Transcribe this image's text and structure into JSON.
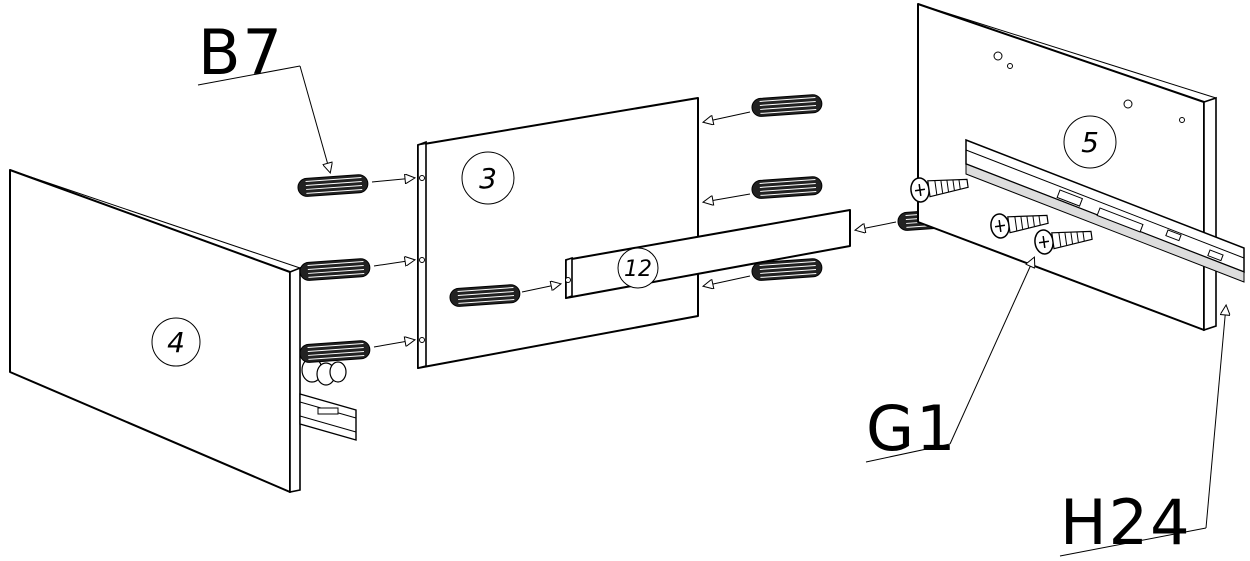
{
  "callouts": {
    "dowel": "B7",
    "screw": "G1",
    "slide": "H24"
  },
  "parts": {
    "left_side_panel": "4",
    "back_panel": "3",
    "rail": "12",
    "right_side_panel": "5"
  },
  "colors": {
    "line": "#000000",
    "fill": "#ffffff",
    "dowel": "#222222"
  }
}
